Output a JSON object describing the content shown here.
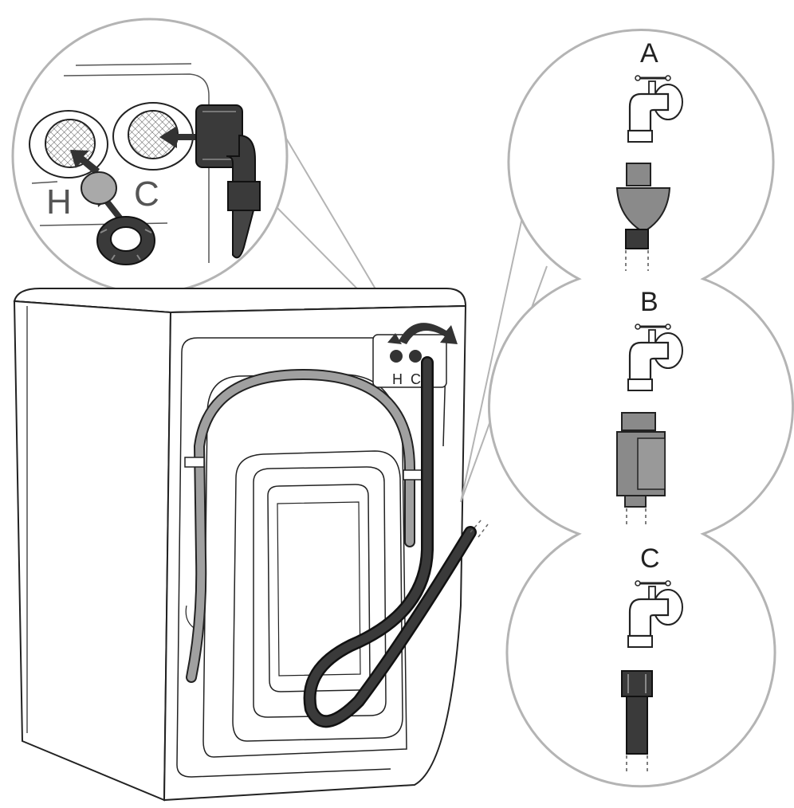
{
  "zoom_labels": {
    "hot": "H",
    "cold": "C"
  },
  "machine_labels": {
    "hot": "H",
    "cold": "C"
  },
  "variants": [
    {
      "label": "A"
    },
    {
      "label": "B"
    },
    {
      "label": "C"
    }
  ],
  "colors": {
    "line": "#222222",
    "outline": "#b4b4b4",
    "hose_dark": "#3a3a3a",
    "hose_light": "#9a9a9a",
    "fitting_gray": "#8a8a8a"
  }
}
